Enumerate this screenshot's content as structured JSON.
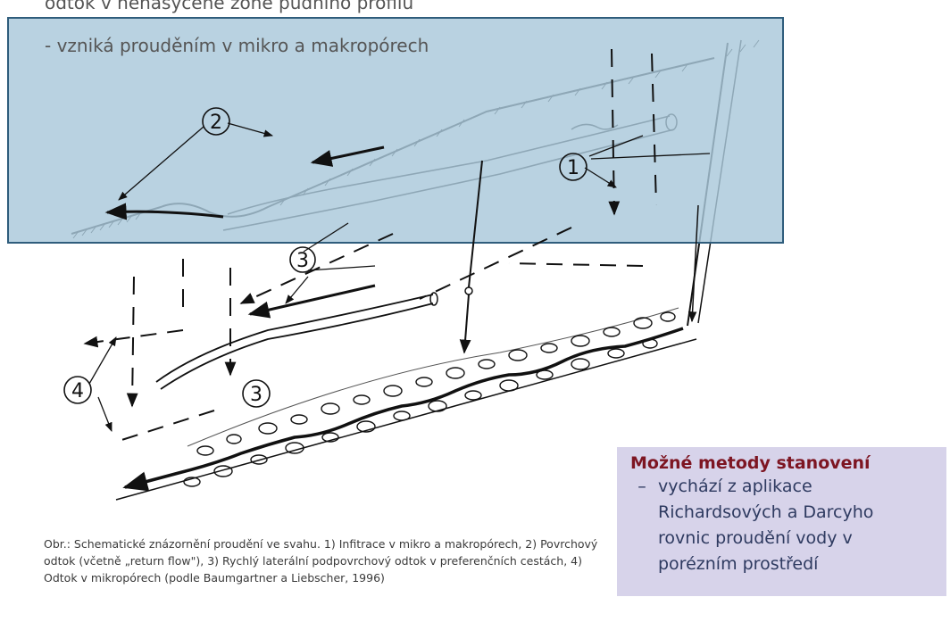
{
  "slide": {
    "top_line_1": "odtok v nenasycené zóně půdního profilu",
    "top_line_2": "- vzniká prouděním v mikro a makropórech"
  },
  "figure": {
    "markers": [
      "2",
      "1",
      "3",
      "3",
      "4"
    ],
    "caption": "Obr.: Schematické znázornění proudění ve svahu. 1) Infitrace v mikro a makropórech, 2) Povrchový odtok (včetně „return flow\"), 3) Rychlý laterální podpovrchový odtok v preferenčních cestách, 4) Odtok v mikropórech (podle Baumgartner a Liebscher, 1996)"
  },
  "info_box": {
    "title": "Možné metody stanovení",
    "dash": "–",
    "text": "vychází z aplikace Richardsových a Darcyho rovnic proudění vody v porézním prostředí",
    "background": "#d7d3ea",
    "title_color": "#7d1522",
    "text_color": "#2e3a60"
  },
  "colors": {
    "overlay_fill": "#a9c8db",
    "overlay_border": "#2f5d7c"
  }
}
